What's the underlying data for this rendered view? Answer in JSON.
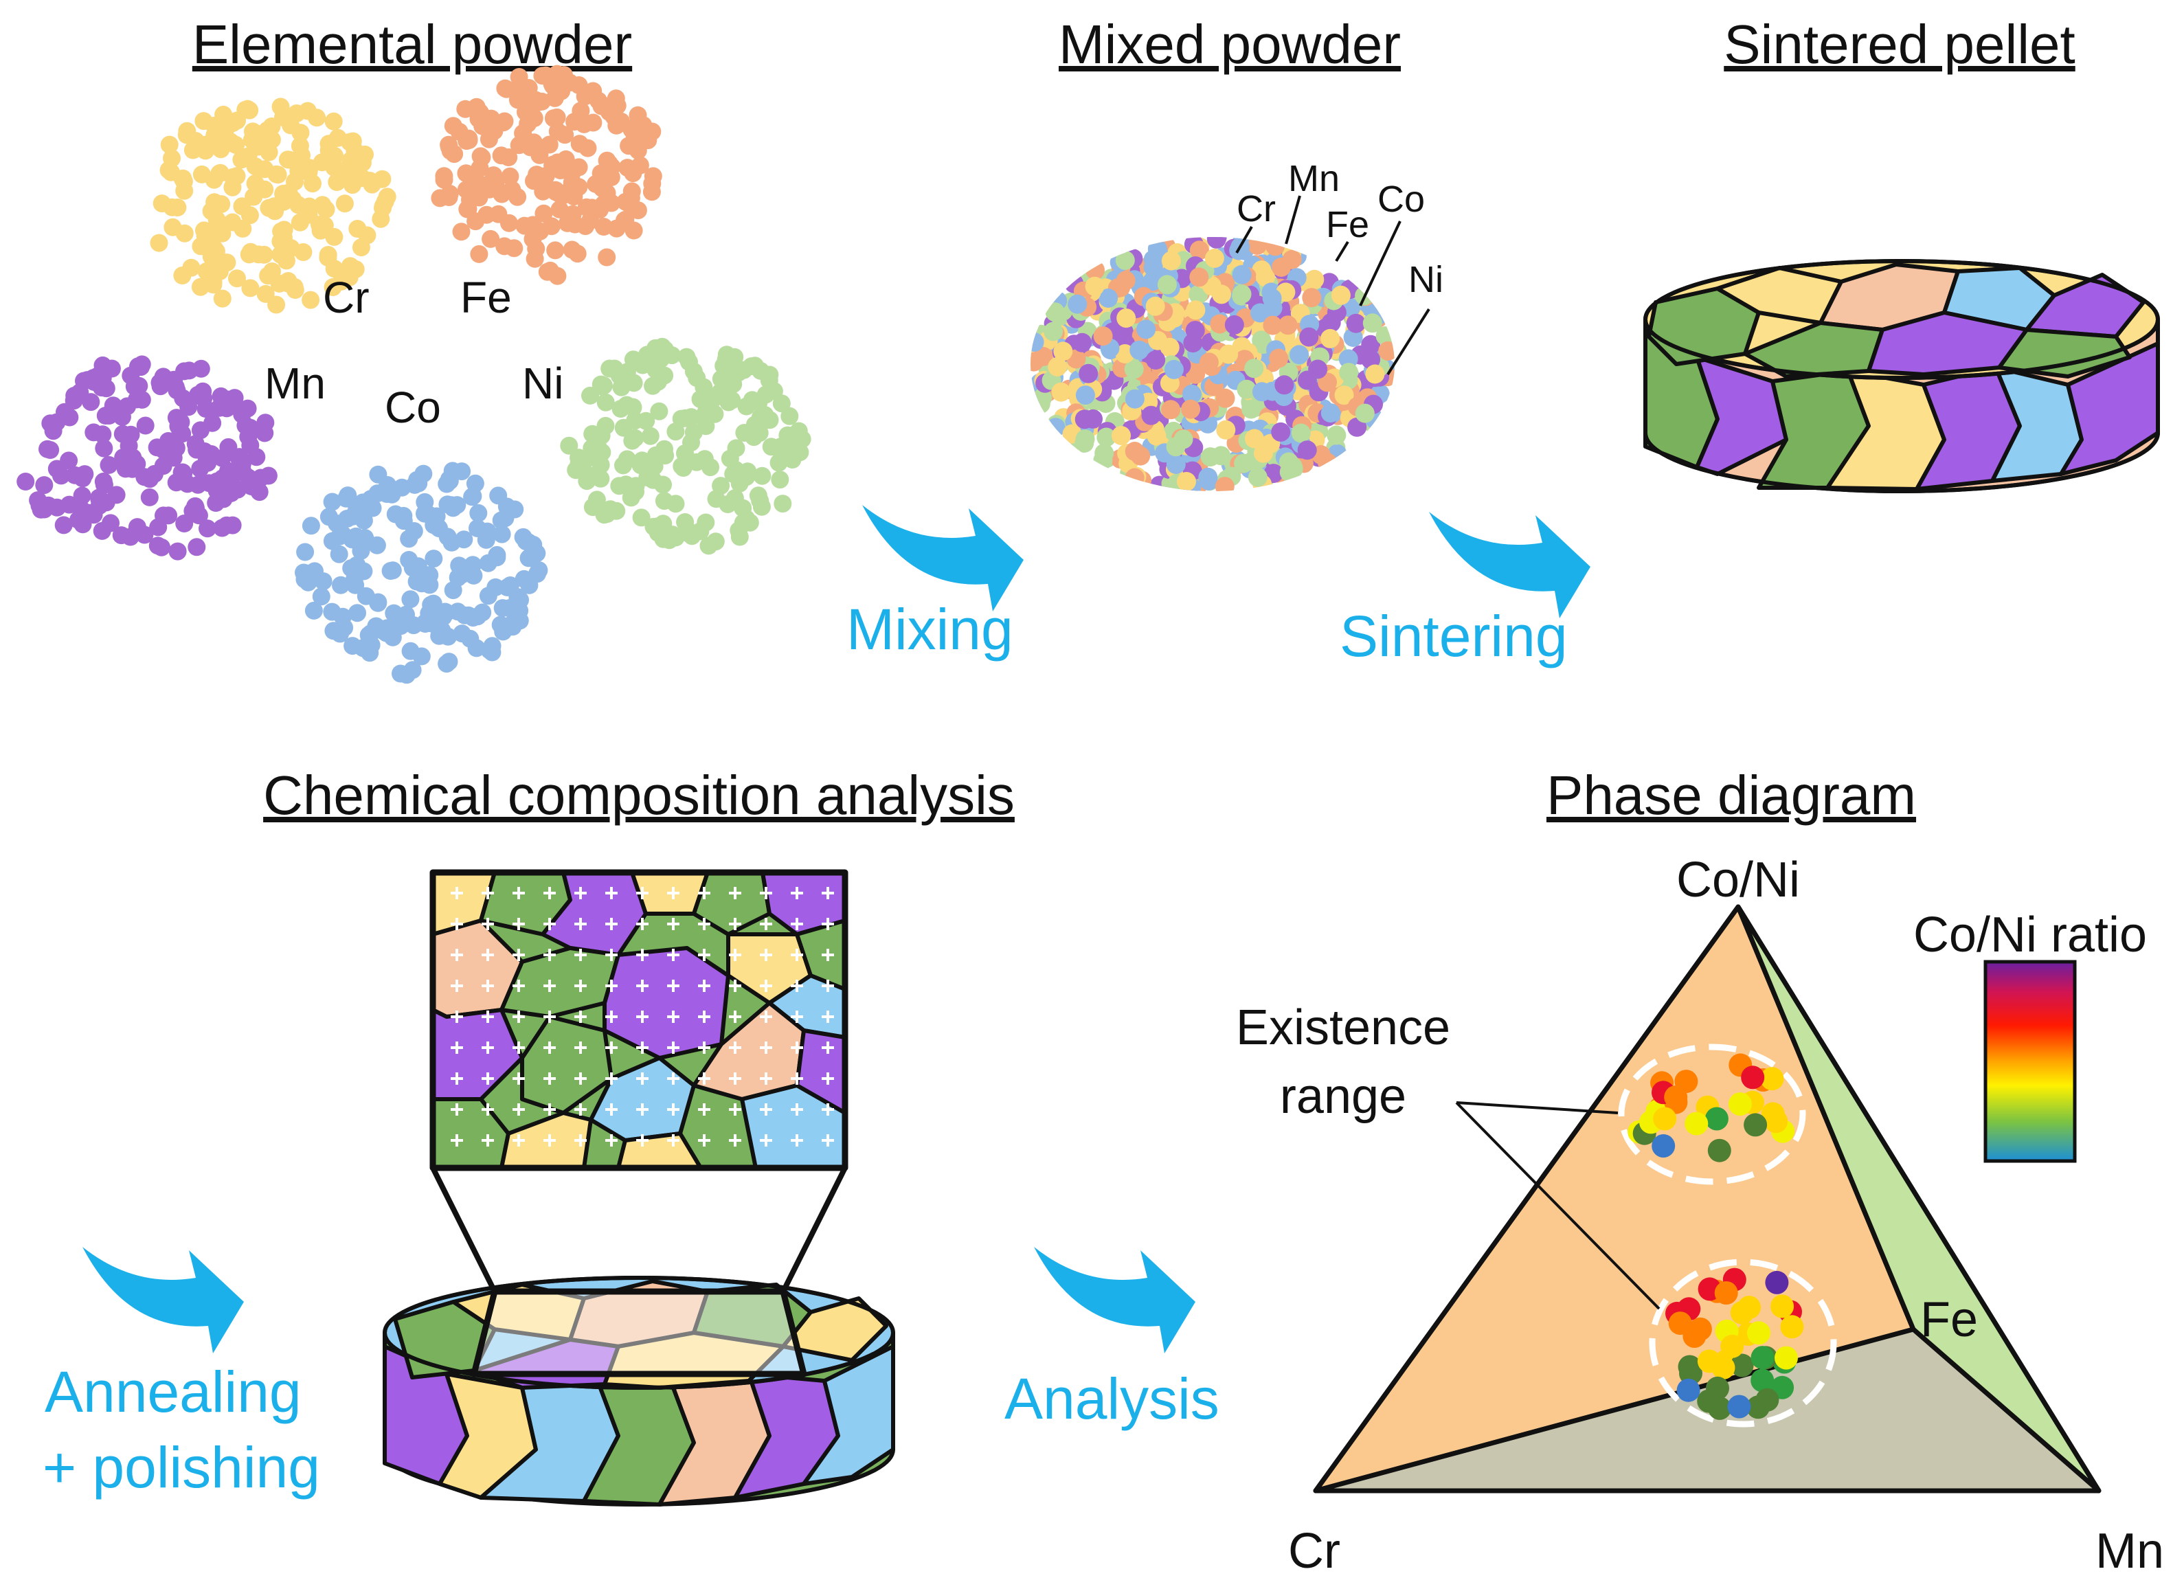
{
  "titles": {
    "elemental": "Elemental powder",
    "mixed": "Mixed powder",
    "sintered": "Sintered pellet",
    "chemical": "Chemical composition analysis",
    "phase": "Phase diagram"
  },
  "elements": {
    "cr": "Cr",
    "fe": "Fe",
    "mn": "Mn",
    "co": "Co",
    "ni": "Ni"
  },
  "steps": {
    "mixing": "Mixing",
    "sintering": "Sintering",
    "annealing_1": "Annealing",
    "annealing_2": "+ polishing",
    "analysis": "Analysis"
  },
  "phase_diagram": {
    "vertex_top": "Co/Ni",
    "vertex_left": "Cr",
    "vertex_right": "Mn",
    "vertex_mid": "Fe",
    "existence_1": "Existence",
    "existence_2": "range",
    "ratio_label": "Co/Ni ratio"
  },
  "colors": {
    "cr": "#fbd77c",
    "fe": "#f4a77a",
    "mn": "#a466d0",
    "co": "#8fb8e6",
    "ni": "#b8dc9e",
    "accent": "#1cb0ea",
    "grain_green": "#79b15c",
    "grain_purple": "#a35ee6",
    "grain_blue": "#8fcdf3",
    "grain_peach": "#f6c3a3",
    "grain_yellow": "#fde08b",
    "phase_orange": "#fbc98e",
    "phase_green": "#c3e3a0",
    "phase_grey": "#c8c6ae"
  }
}
